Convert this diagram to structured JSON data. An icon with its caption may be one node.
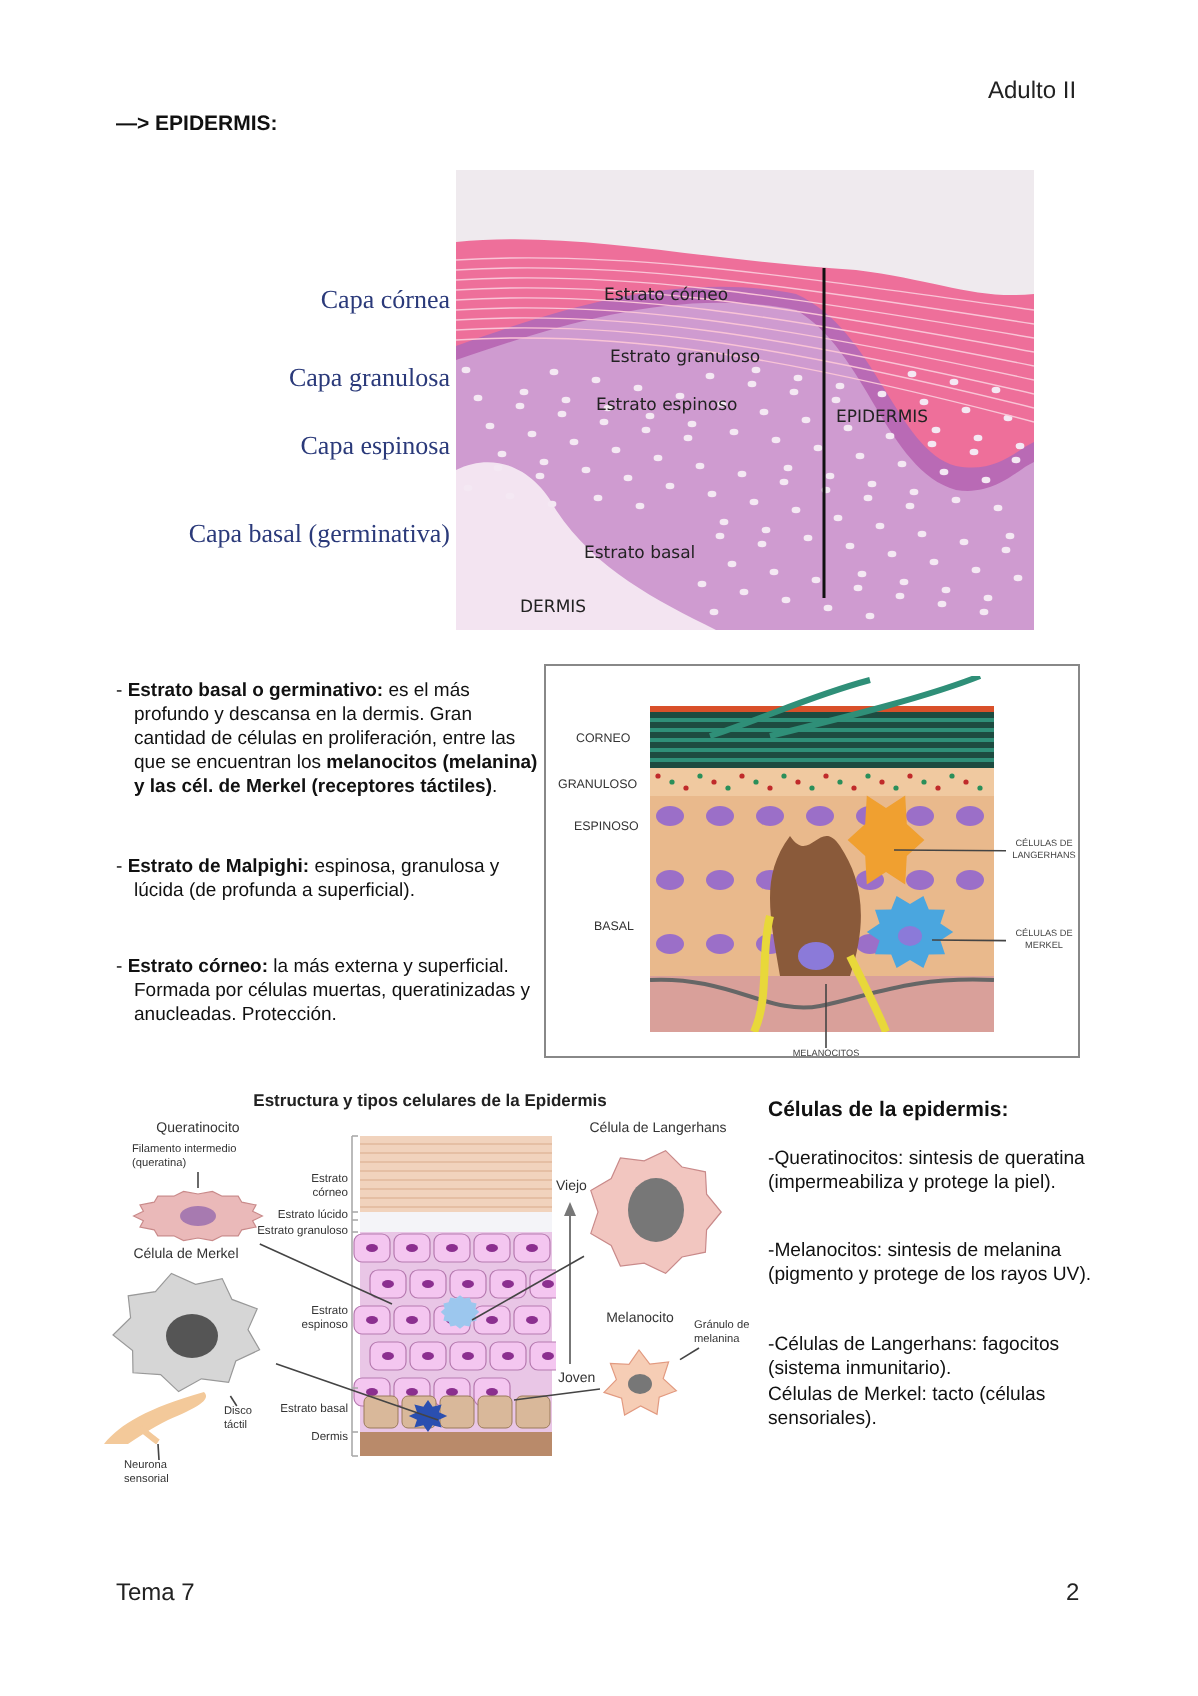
{
  "diagram": {
    "title": "—> EPIDERMIS:",
    "nodes": [
      {
        "text": [
          "CÉLULAS DE LANGERHANS"
        ]
      },
      {
        "text": [
          "CÉLULAS DE MERKEL"
        ]
      },
      {
        "text": [
          "MELANOCITOS"
        ]
      },
      {
        "text": [
          "Queratinocito"
        ]
      },
      {
        "text": [
          "Filamento intermedio (queratina)"
        ]
      },
      {
        "text": [
          "Célula de Langerhans"
        ]
      },
      {
        "text": [
          "Célula de Merkel"
        ]
      },
      {
        "text": [
          "Disco táctil"
        ]
      },
      {
        "text": [
          "Neurona sensorial"
        ]
      },
      {
        "text": [
          "Melanocito"
        ]
      },
      {
        "text": [
          "Gránulo de melanina"
        ]
      },
      {
        "text": [],
        "shape": "picture"
      }
    ],
    "edges": [
      {
        "from": 0,
        "to": null,
        "arrow": "none"
      },
      {
        "from": 1,
        "to": null,
        "arrow": "none"
      },
      {
        "from": 2,
        "to": null,
        "arrow": "none"
      },
      {
        "from": 3,
        "to": null,
        "arrow": "none"
      },
      {
        "from": 4,
        "to": 3,
        "arrow": "none"
      },
      {
        "from": 5,
        "to": null,
        "arrow": "none"
      },
      {
        "from": 6,
        "to": null,
        "arrow": "none"
      },
      {
        "from": 7,
        "to": 6,
        "arrow": "none"
      },
      {
        "from": 8,
        "to": 11,
        "arrow": "none"
      },
      {
        "from": 9,
        "to": null,
        "arrow": "none"
      },
      {
        "from": 10,
        "to": 9,
        "arrow": "none"
      }
    ],
    "labels": [
      "Adulto II",
      "Capa córnea",
      "Capa granulosa",
      "Capa espinosa",
      "Capa basal (germinativa)",
      "Estrato córneo",
      "Estrato granuloso",
      "Estrato espinoso",
      "EPIDERMIS",
      "Estrato basal",
      "DERMIS",
      "- **Estrato basal o germinativo:** es el más profundo y descansa en la dermis. Gran cantidad de células en proliferación, entre las que se encuentran los **melanocitos (melanina) y las cél. de Merkel (receptores táctiles)**.",
      "- **Estrato de Malpighi:** espinosa, granulosa y lúcida (de profunda a superficial).",
      "- **Estrato córneo:** la más externa y superficial. Formada por células muertas, queratinizadas y anucleadas. Protección.",
      "CORNEO",
      "GRANULOSO",
      "ESPINOSO",
      "BASAL",
      "Estructura y tipos celulares de la Epidermis",
      "Estrato córneo",
      "Estrato lúcido",
      "Estrato granuloso",
      "Estrato espinoso",
      "Estrato basal",
      "Dermis",
      "Viejo",
      "Joven",
      "Células de la epidermis:",
      "-Queratinocitos: sintesis de queratina (impermeabiliza y protege la piel).",
      "-Melanocitos: sintesis de melanina (pigmento y protege de los rayos UV).",
      "-Células de Langerhans: fagocitos (sistema inmunitario).",
      "Células de Merkel: tacto (células sensoriales).",
      "Tema 7",
      "2"
    ]
  }
}
